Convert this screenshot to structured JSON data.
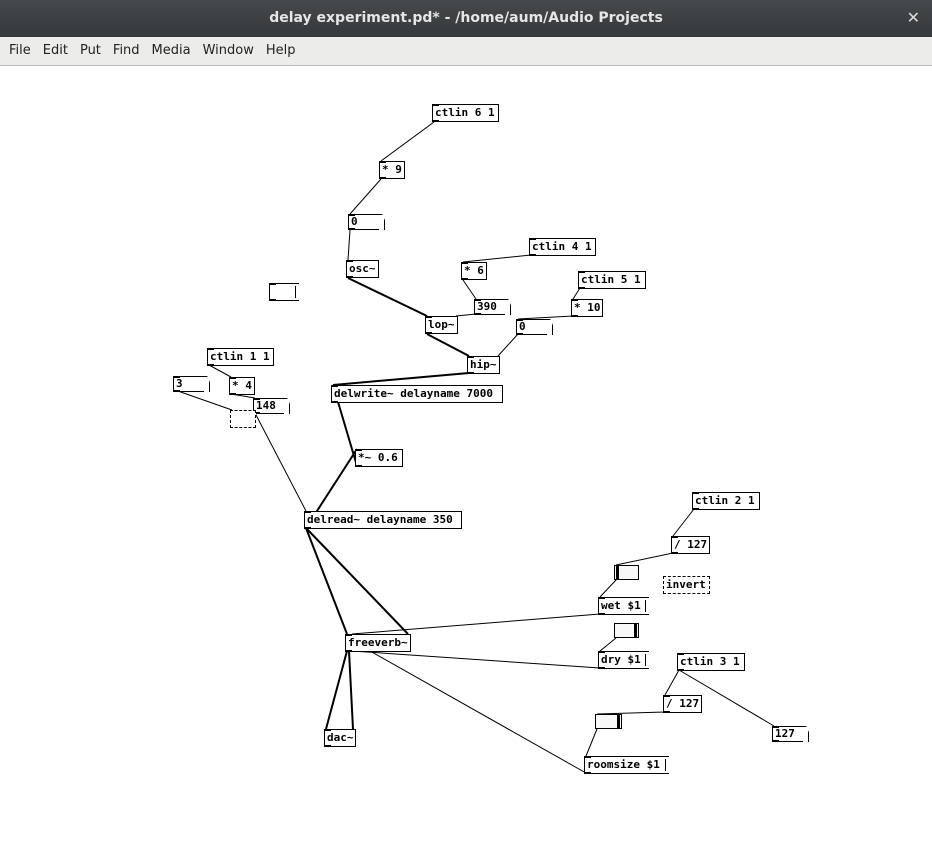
{
  "window": {
    "title": "delay experiment.pd* - /home/aum/Audio Projects",
    "close": "✕"
  },
  "menu": [
    "File",
    "Edit",
    "Put",
    "Find",
    "Media",
    "Window",
    "Help"
  ],
  "patch": {
    "ctlin6": "ctlin 6 1",
    "mul9": "* 9",
    "num_osc": "0",
    "osc": "osc~",
    "ctlin4": "ctlin 4 1",
    "mul6": "* 6",
    "num390": "390",
    "lop": "lop~",
    "ctlin5": "ctlin 5 1",
    "mul10": "* 10",
    "num_hip": "0",
    "hip": "hip~",
    "ctlin1": "ctlin 1 1",
    "num3": "3",
    "mul4": "* 4",
    "num148": "148",
    "delwrite": "delwrite~ delayname 7000",
    "mulsig": "*~ 0.6",
    "delread": "delread~ delayname 350",
    "ctlin2": "ctlin 2 1",
    "div2": "/ 127",
    "invert": "invert",
    "wet": "wet $1",
    "dry": "dry $1",
    "freeverb": "freeverb~",
    "ctlin3": "ctlin 3 1",
    "div3": "/ 127",
    "num127": "127",
    "roomsize": "roomsize $1",
    "dac": "dac~",
    "sliders": {
      "wet": 0.0,
      "dry": 1.0,
      "roomsize": 1.0
    }
  }
}
